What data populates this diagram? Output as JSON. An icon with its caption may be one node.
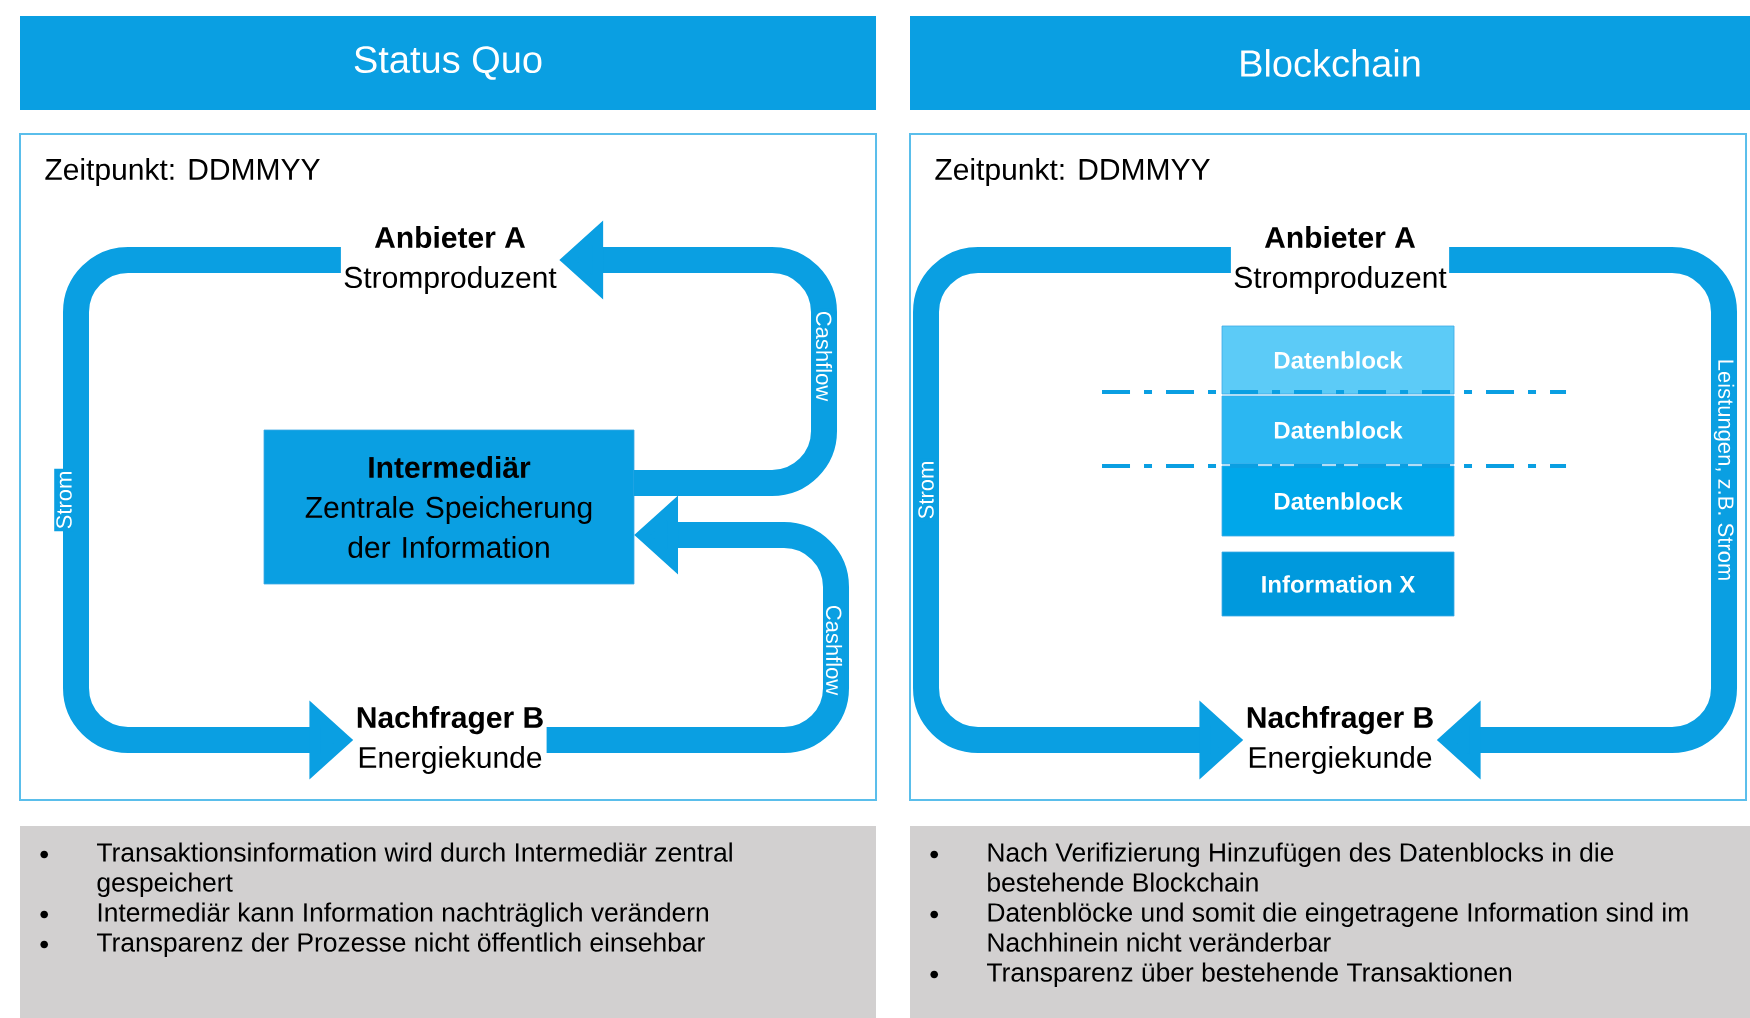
{
  "diagram": {
    "nodes": [
      {
        "text": [
          "Status Quo"
        ]
      },
      {
        "text": [
          "Blockchain"
        ]
      },
      {
        "text": [
          "Zeitpunkt: DDMMYY"
        ]
      },
      {
        "text": [
          "Anbieter A",
          "Stromproduzent"
        ],
        "in": 2
      },
      {
        "text": [
          "Intermediär",
          "Zentrale Speicherung der Information"
        ],
        "in": 2
      },
      {
        "text": [
          "Nachfrager B",
          "Energiekunde"
        ],
        "in": 2
      },
      {
        "text": [
          "Zeitpunkt: DDMMYY"
        ]
      },
      {
        "text": [
          "Anbieter A",
          "Stromproduzent"
        ],
        "in": 6
      },
      {
        "text": [
          "Datenblock"
        ],
        "in": 6
      },
      {
        "text": [
          "Datenblock"
        ],
        "in": 6
      },
      {
        "text": [
          "Datenblock"
        ],
        "in": 6
      },
      {
        "text": [
          "Information X"
        ],
        "in": 6
      },
      {
        "text": [
          "Nachfrager B",
          "Energiekunde"
        ],
        "in": 6
      },
      {
        "text": [
          "Transaktionsinformation wird durch Intermediär zentral gespeichert",
          "Intermediär kann Information nachträglich verändern",
          "Transparenz der Prozesse nicht öffentlich einsehbar"
        ]
      },
      {
        "text": [
          "Nach Verifizierung Hinzufügen des Datenblocks in die bestehende Blockchain",
          "Datenblöcke und somit die eingetragene Information sind im Nachhinein nicht veränderbar",
          "Transparenz über bestehende Transaktionen"
        ]
      }
    ],
    "edges": [
      {
        "from": 3,
        "to": 5,
        "arrow": "to",
        "label": "Strom"
      },
      {
        "from": 4,
        "to": 3,
        "arrow": "to",
        "label": "Cashflow"
      },
      {
        "from": 5,
        "to": 4,
        "arrow": "to",
        "label": "Cashflow"
      },
      {
        "from": 7,
        "to": 12,
        "arrow": "to",
        "label": "Strom"
      },
      {
        "from": 7,
        "to": 12,
        "arrow": "to",
        "label": "Leistungen, z.B. Strom"
      }
    ]
  }
}
